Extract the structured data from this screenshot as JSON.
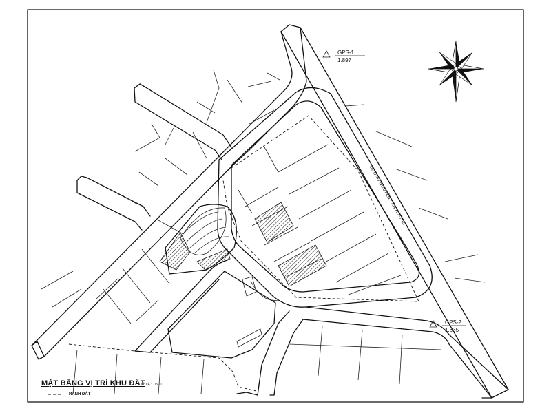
{
  "title": "MẶT BẰNG VỊ TRÍ KHU ĐẤT",
  "scale": "TỶ LỆ : 1/500",
  "legend": {
    "label": "RANH ĐẤT",
    "style": "dashed-line"
  },
  "street_name": "ĐƯỜNG NGUYỄN VĂN HƯỞNG",
  "survey_points": [
    {
      "name": "GPS-1",
      "value": "1.897"
    },
    {
      "name": "GPS-2",
      "value": "1.835"
    }
  ],
  "north_arrow": {
    "icon": "compass-rose-icon"
  },
  "colors": {
    "line": "#111111",
    "background": "#ffffff"
  }
}
